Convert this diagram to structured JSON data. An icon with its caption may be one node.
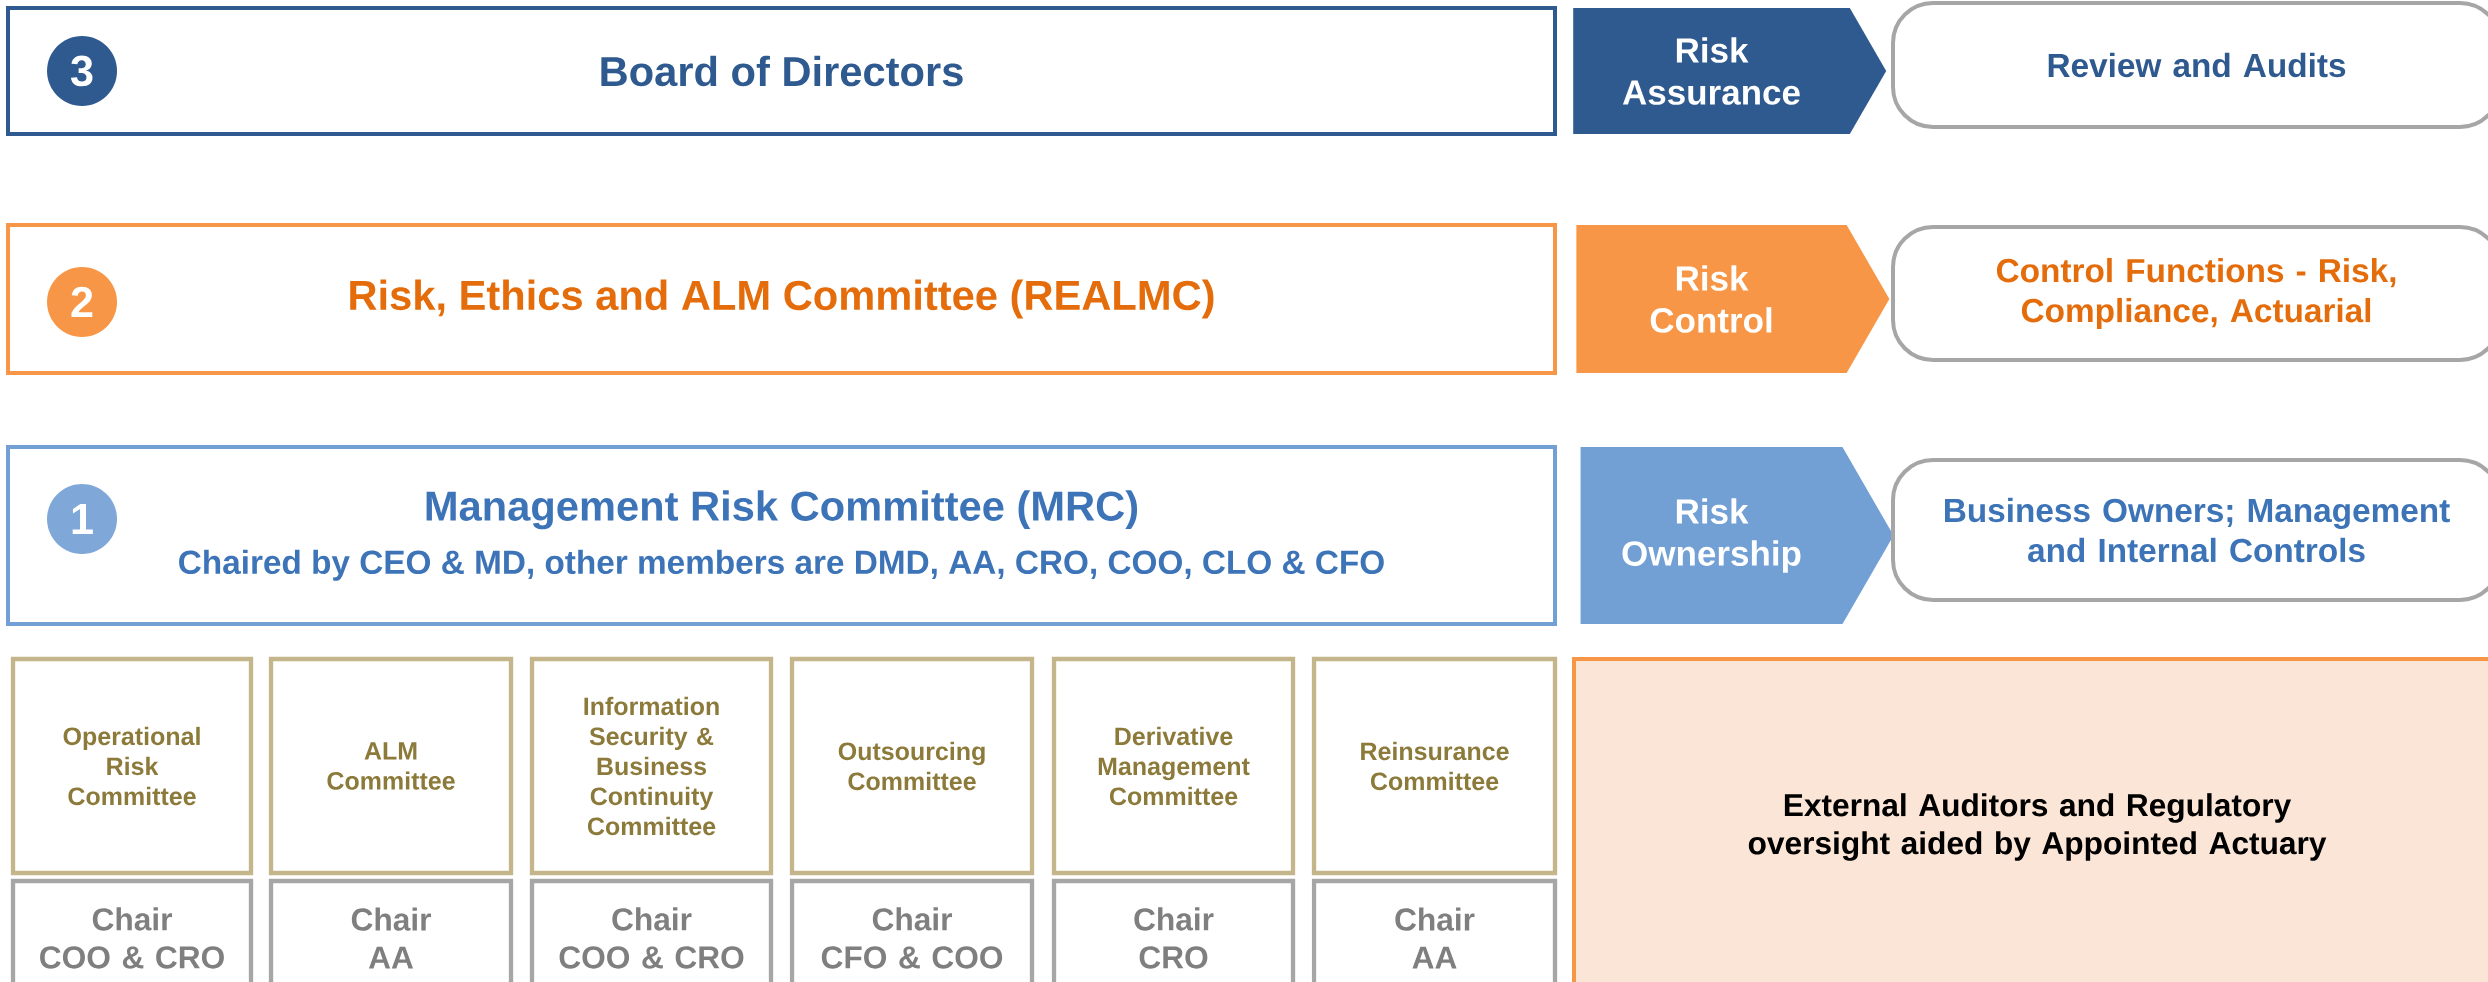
{
  "diagram": {
    "nodes": [
      {
        "text": [
          "Board of Directors"
        ]
      },
      {
        "text": [
          "3"
        ],
        "in": 0
      },
      {
        "text": [
          "Risk Assurance"
        ]
      },
      {
        "text": [
          "Review and Audits"
        ]
      },
      {
        "text": [
          "Risk, Ethics and ALM Committee (REALMC)"
        ]
      },
      {
        "text": [
          "2"
        ],
        "in": 4
      },
      {
        "text": [
          "Risk Control"
        ]
      },
      {
        "text": [
          "Control Functions - Risk, Compliance, Actuarial"
        ]
      },
      {
        "text": [
          "Management Risk Committee (MRC)",
          "Chaired by CEO & MD, other members are DMD, AA, CRO, COO, CLO & CFO"
        ]
      },
      {
        "text": [
          "1"
        ],
        "in": 8
      },
      {
        "text": [
          "Risk Ownership"
        ]
      },
      {
        "text": [
          "Business Owners; Management and Internal Controls"
        ]
      },
      {
        "text": [
          "Operational Risk Committee"
        ]
      },
      {
        "text": [
          "ALM Committee"
        ]
      },
      {
        "text": [
          "Information Security & Business Continuity Committee"
        ]
      },
      {
        "text": [
          "Outsourcing Committee"
        ]
      },
      {
        "text": [
          "Derivative Management Committee"
        ]
      },
      {
        "text": [
          "Reinsurance Committee"
        ]
      },
      {
        "text": [
          "Chair",
          "COO & CRO"
        ]
      },
      {
        "text": [
          "Chair",
          "AA"
        ]
      },
      {
        "text": [
          "Chair",
          "COO & CRO"
        ]
      },
      {
        "text": [
          "Chair",
          "CFO & COO"
        ]
      },
      {
        "text": [
          "Chair",
          "CRO"
        ]
      },
      {
        "text": [
          "Chair",
          "AA"
        ]
      },
      {
        "text": [
          "External Auditors and Regulatory oversight aided by Appointed Actuary"
        ]
      }
    ]
  }
}
